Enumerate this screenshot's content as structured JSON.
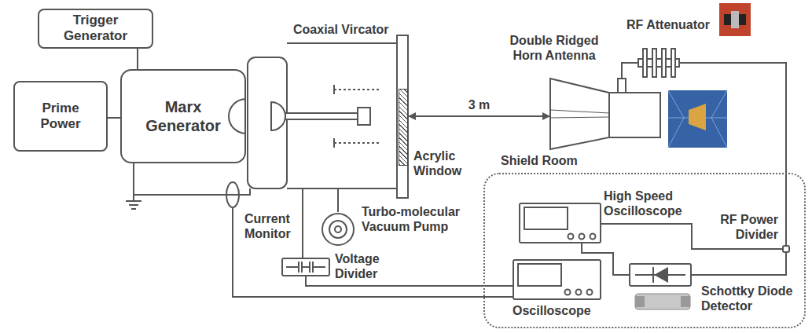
{
  "diagram": {
    "nodes": [
      {
        "text": [
          "Trigger Generator"
        ]
      },
      {
        "text": [
          "Prime Power"
        ]
      },
      {
        "text": [
          "Marx Generator"
        ]
      },
      {
        "text": [
          "Coaxial Vircator"
        ]
      },
      {
        "text": [
          "Acrylic Window"
        ],
        "in": 3
      },
      {
        "text": [
          "Double Ridged Horn Antenna"
        ]
      },
      {
        "text": [
          "RF Attenuator"
        ]
      },
      {
        "text": [
          "Current Monitor"
        ]
      },
      {
        "text": [
          "Turbo-molecular Vacuum Pump"
        ]
      },
      {
        "text": [
          "Voltage Divider"
        ]
      },
      {
        "text": [
          "Shield Room"
        ]
      },
      {
        "text": [
          "High Speed Oscilloscope"
        ],
        "in": 10
      },
      {
        "text": [
          "RF Power Divider"
        ],
        "in": 10
      },
      {
        "text": [
          "Oscilloscope"
        ],
        "in": 10
      },
      {
        "text": [
          "Schottky Diode Detector"
        ],
        "in": 10
      }
    ],
    "edges": [
      {
        "from": 0,
        "to": 2,
        "arrow": "none"
      },
      {
        "from": 1,
        "to": 2,
        "arrow": "none"
      },
      {
        "from": 2,
        "to": 3,
        "arrow": "none"
      },
      {
        "from": 3,
        "to": 9,
        "arrow": "none"
      },
      {
        "from": 3,
        "to": 8,
        "arrow": "none"
      },
      {
        "from": 4,
        "to": 5,
        "arrow": "both",
        "label": "3 m"
      },
      {
        "from": 5,
        "to": 6,
        "arrow": "none"
      },
      {
        "from": 6,
        "to": 12,
        "arrow": "none"
      },
      {
        "from": 12,
        "to": 11,
        "arrow": "none"
      },
      {
        "from": 12,
        "to": 14,
        "arrow": "none"
      },
      {
        "from": 14,
        "to": 11,
        "arrow": "none"
      },
      {
        "from": 9,
        "to": 13,
        "arrow": "none"
      },
      {
        "from": 7,
        "to": 13,
        "arrow": "none"
      }
    ]
  }
}
